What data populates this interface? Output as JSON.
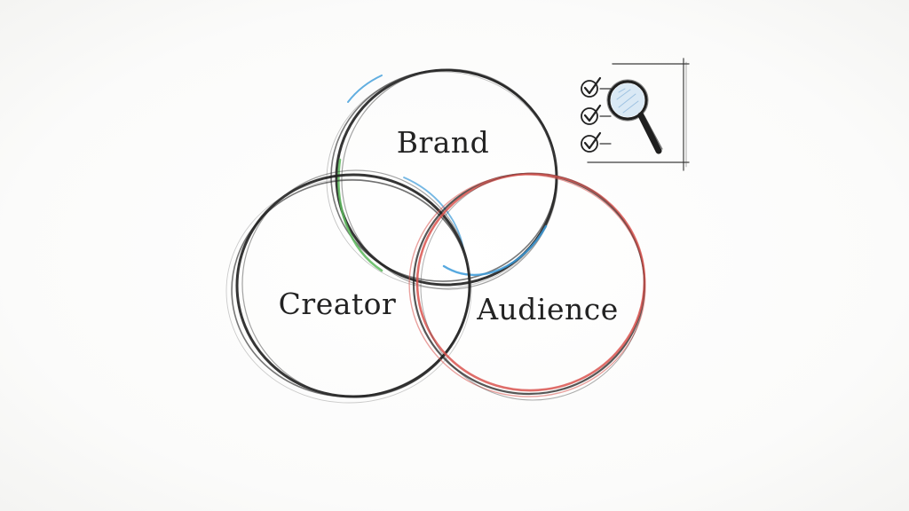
{
  "diagram": {
    "type": "venn",
    "sets": [
      {
        "label": "Brand",
        "accent_colors": [
          "#3a9ad9",
          "#5cb85c"
        ]
      },
      {
        "label": "Creator",
        "accent_colors": []
      },
      {
        "label": "Audience",
        "accent_colors": [
          "#d9534f"
        ]
      }
    ],
    "labels": {
      "brand": "Brand",
      "creator": "Creator",
      "audience": "Audience"
    },
    "stroke_color": "#1f1f1f",
    "checklist_icon": {
      "icon": "checklist-magnifier-icon",
      "checked_items": 3
    }
  }
}
